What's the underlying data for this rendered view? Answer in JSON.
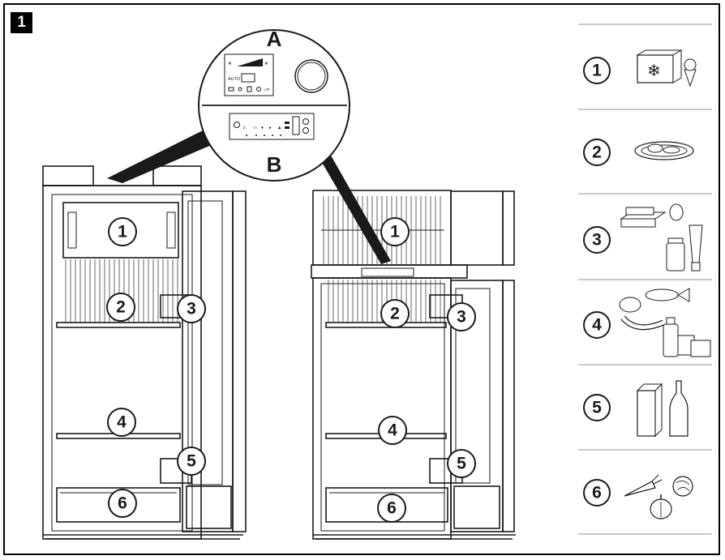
{
  "figure_number": "1",
  "panel_a_letter": "A",
  "panel_b_letter": "B",
  "panel_a_auto_label": "AUTO",
  "zone_labels": [
    "1",
    "2",
    "3",
    "4",
    "5",
    "6"
  ],
  "legend": [
    {
      "number": "1",
      "icon": "frozen-food-box-and-ice-cream-icon"
    },
    {
      "number": "2",
      "icon": "meat-plate-icon"
    },
    {
      "number": "3",
      "icon": "butter-egg-jar-tube-icon"
    },
    {
      "number": "4",
      "icon": "poultry-fish-sausage-dairy-icon"
    },
    {
      "number": "5",
      "icon": "milk-carton-and-bottle-icon"
    },
    {
      "number": "6",
      "icon": "vegetables-icon"
    }
  ],
  "colors": {
    "line": "#1a1a1a",
    "separator": "#c8c8c8",
    "background": "#ffffff"
  }
}
